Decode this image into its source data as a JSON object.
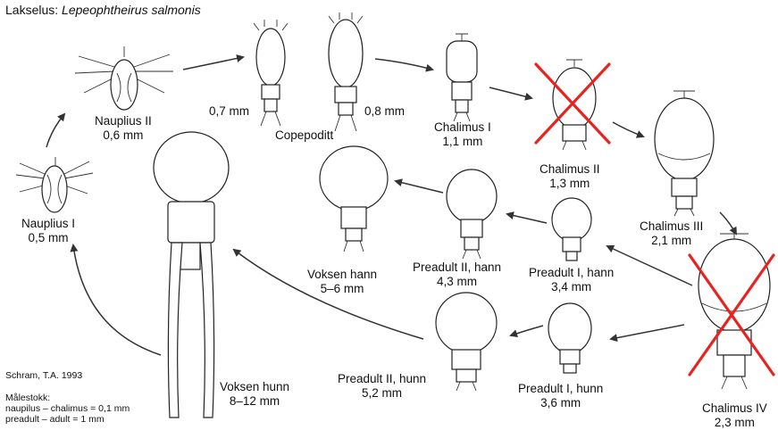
{
  "title": {
    "prefix": "Lakselus: ",
    "species": "Lepeophtheirus salmonis"
  },
  "stages": {
    "nauplius_1": {
      "name": "Nauplius I",
      "size": "0,5 mm"
    },
    "nauplius_2": {
      "name": "Nauplius II",
      "size": "0,6 mm"
    },
    "copepodid": {
      "name": "Copepoditt",
      "size_a": "0,7 mm",
      "size_b": "0,8 mm"
    },
    "chalimus_1": {
      "name": "Chalimus I",
      "size": "1,1 mm"
    },
    "chalimus_2": {
      "name": "Chalimus II",
      "size": "1,3 mm",
      "crossed_out": true
    },
    "chalimus_3": {
      "name": "Chalimus III",
      "size": "2,1 mm"
    },
    "chalimus_4": {
      "name": "Chalimus IV",
      "size": "2,3 mm",
      "crossed_out": true
    },
    "preadult_1_male": {
      "name": "Preadult I, hann",
      "size": "3,4 mm"
    },
    "preadult_2_male": {
      "name": "Preadult II, hann",
      "size": "4,3 mm"
    },
    "adult_male": {
      "name": "Voksen hann",
      "size": "5–6 mm"
    },
    "preadult_1_female": {
      "name": "Preadult I, hunn",
      "size": "3,6 mm"
    },
    "preadult_2_female": {
      "name": "Preadult II, hunn",
      "size": "5,2 mm"
    },
    "adult_female": {
      "name": "Voksen hunn",
      "size": "8–12 mm"
    }
  },
  "credit": "Schram, T.A. 1993",
  "scale": {
    "title": "Målestokk:",
    "line1": "naupilus – chalimus = 0,1 mm",
    "line2": "preadult – adult = 1 mm"
  },
  "colors": {
    "cross": "#e8231f",
    "line": "#222222",
    "background": "#ffffff"
  }
}
